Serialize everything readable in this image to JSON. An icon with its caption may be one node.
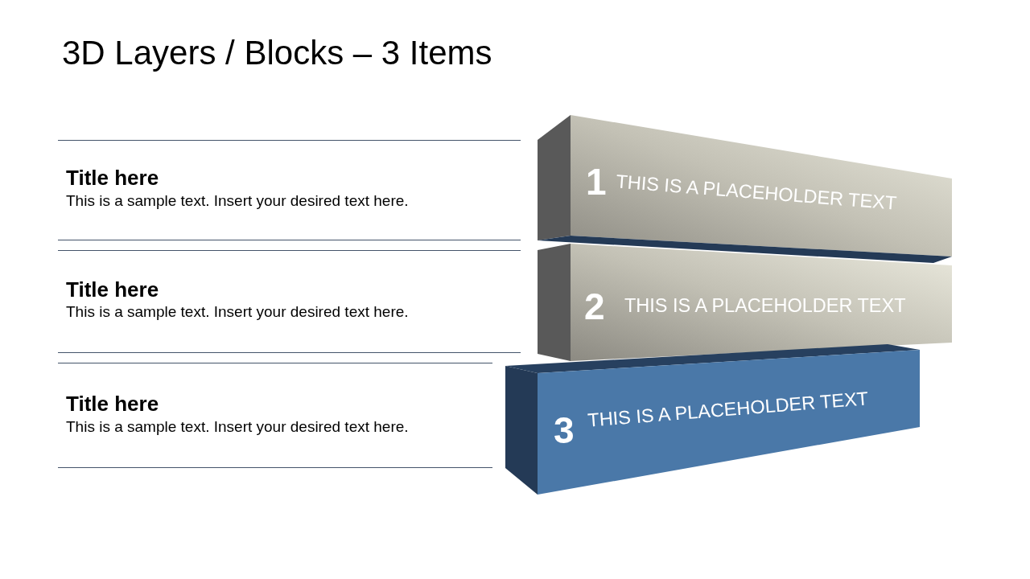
{
  "diagram": {
    "title": "3D Layers / Blocks – 3 Items",
    "nodes": [
      {
        "text": [
          "Title here",
          "This is a sample text. Insert your desired text here."
        ]
      },
      {
        "text": [
          "1",
          "THIS IS A PLACEHOLDER TEXT"
        ]
      },
      {
        "text": [
          "Title here",
          "This is a sample text. Insert your desired text here."
        ]
      },
      {
        "text": [
          "2",
          "THIS IS A PLACEHOLDER TEXT"
        ]
      },
      {
        "text": [
          "Title here",
          "This is a sample text. Insert your desired text here."
        ]
      },
      {
        "text": [
          "3",
          "THIS IS A PLACEHOLDER TEXT"
        ]
      }
    ]
  }
}
